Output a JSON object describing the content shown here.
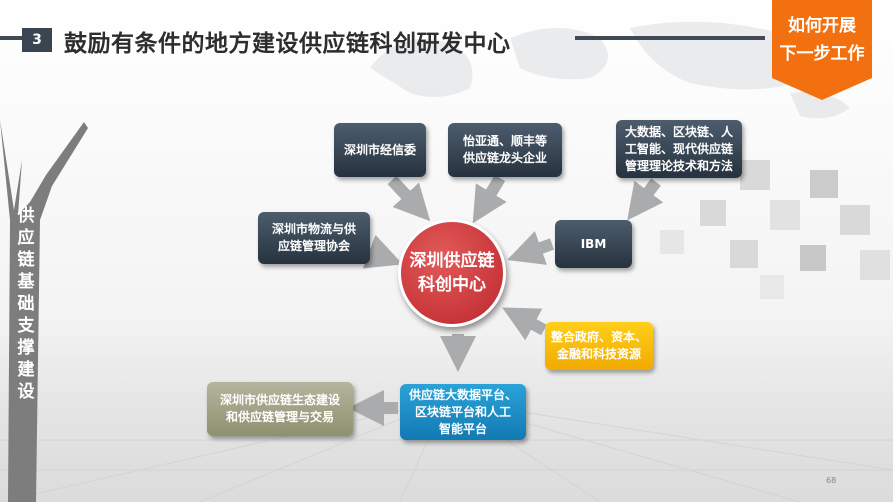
{
  "slide": {
    "section_number": "3",
    "title": "鼓励有条件的地方建设供应链科创研发中心",
    "corner_tab": {
      "line1": "如何开展",
      "line2": "下一步工作"
    },
    "vertical_label": "供应链基础支撑建设",
    "page_number": "68"
  },
  "diagram": {
    "center": {
      "line1": "深圳供应链",
      "line2": "科创中心"
    },
    "nodes": {
      "jingxinwei": "深圳市经信委",
      "yiyatong": {
        "line1": "怡亚通、顺丰等",
        "line2": "供应链龙头企业"
      },
      "tech": {
        "line1": "大数据、区块链、人",
        "line2": "工智能、现代供应链",
        "line3": "管理理论技术和方法"
      },
      "association": {
        "line1": "深圳市物流与供",
        "line2": "应链管理协会"
      },
      "ibm": "IBM",
      "resources": {
        "line1": "整合政府、资本、",
        "line2": "金融和科技资源"
      },
      "platform": {
        "line1": "供应链大数据平台、",
        "line2": "区块链平台和人工",
        "line3": "智能平台"
      },
      "ecosystem": {
        "line1": "深圳市供应链生态建设",
        "line2": "和供应链管理与交易"
      }
    },
    "colors": {
      "dark_box": "#2f3b48",
      "yellow_box": "#f5b400",
      "blue_box": "#1a8cc6",
      "olive_box": "#a2a386",
      "center_circle": "#c8363a",
      "arrow": "#a9abad",
      "orange_tab": "#f2700f",
      "badge": "#3a4552"
    }
  }
}
